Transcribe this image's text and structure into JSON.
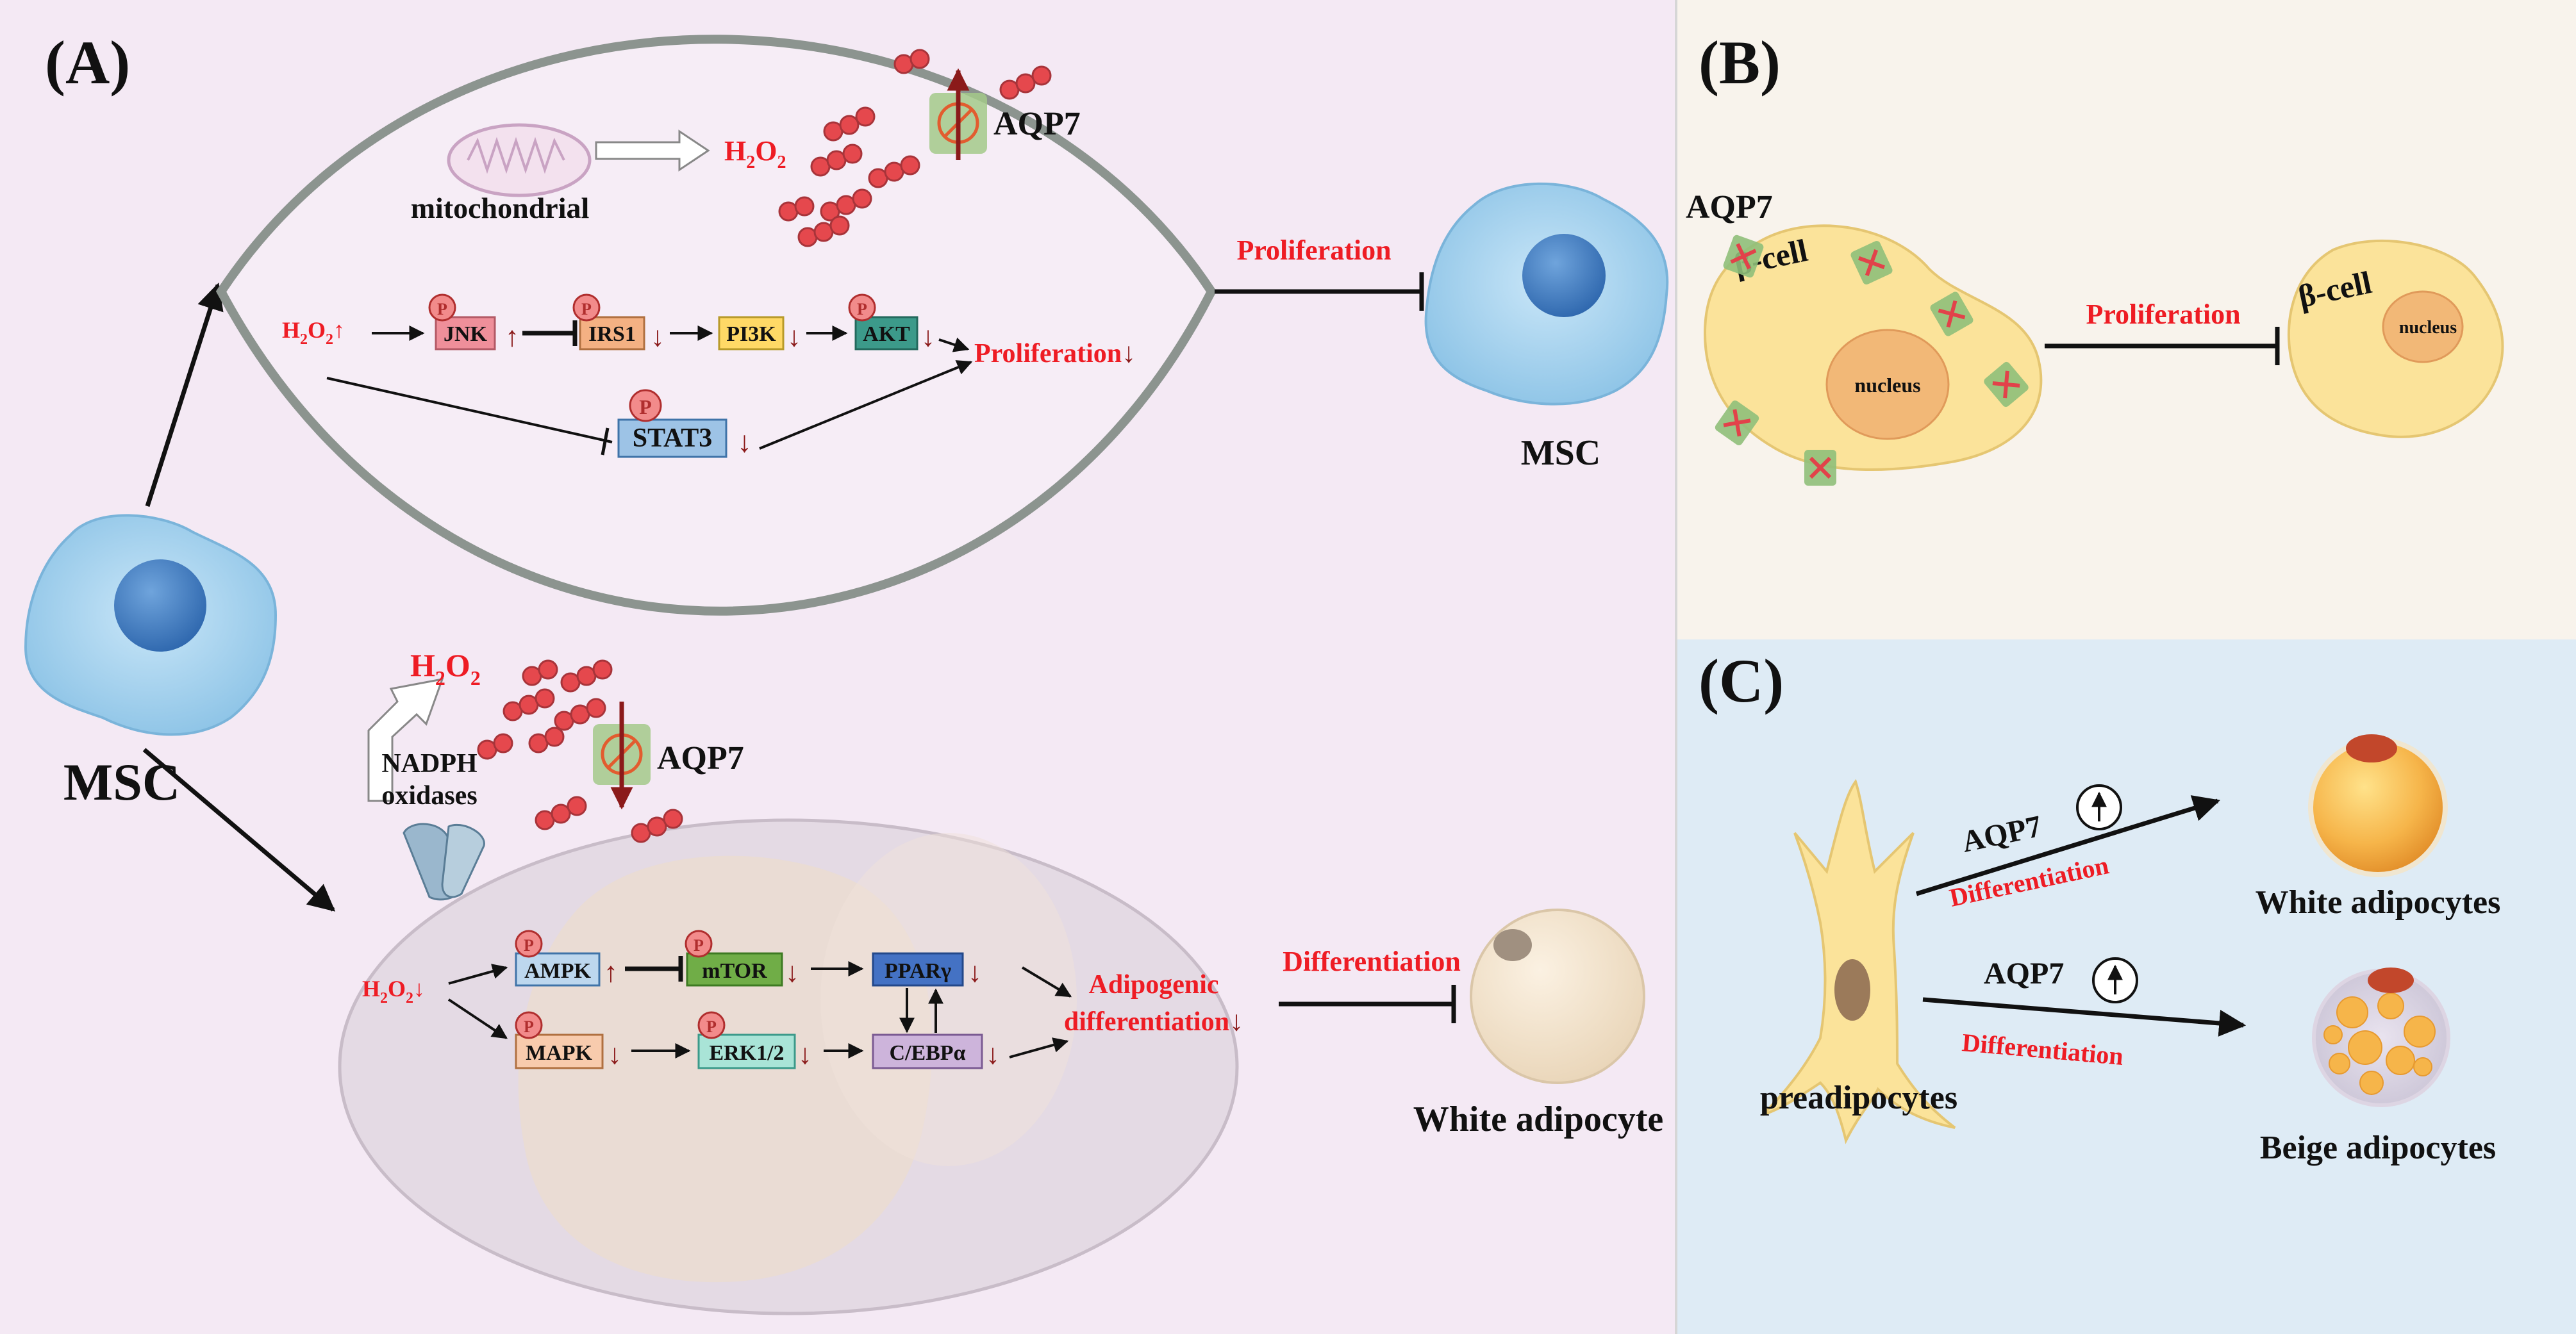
{
  "colors": {
    "panel_a_bg": "#f4e9f4",
    "panel_b_bg": "#f8f3ec",
    "panel_c_bg": "#deebf5",
    "red_text": "#ee1c24",
    "dark_red": "#8b1a1a",
    "cell_blue": "#a8d3ee",
    "nucleus_blue": "#3f7fc4",
    "beta_cell": "#fbe39a",
    "beta_nucleus": "#f2b877",
    "h2o2_bead": "#e5484d",
    "h2o2_bead_dark": "#b8545c",
    "box_jnk": "#ef8f9a",
    "box_irs1": "#f4b183",
    "box_pi3k": "#ffd966",
    "box_akt": "#3c9a8a",
    "box_stat3": "#9dc3e6",
    "box_ampk": "#bdd7ee",
    "box_mtor": "#70ad47",
    "box_ppar": "#4472c4",
    "box_mapk": "#f8cbad",
    "box_erk": "#a9e4d7",
    "box_cebp": "#cdb4db"
  },
  "panel_a": {
    "label": "(A)",
    "msc_label": "MSC",
    "top": {
      "mitochondrial": "mitochondrial",
      "h2o2": "H",
      "aqp7": "AQP7",
      "h2o2_up": "H",
      "jnk": "JNK",
      "irs1": "IRS1",
      "pi3k": "PI3K",
      "akt": "AKT",
      "stat3": "STAT3",
      "proliferation_down": "Proliferation",
      "phospho": "P"
    },
    "proliferation_arrow": "Proliferation",
    "msc_right": "MSC",
    "bottom": {
      "h2o2": "H",
      "nadph_1": "NADPH",
      "nadph_2": "oxidases",
      "aqp7": "AQP7",
      "h2o2_down": "H",
      "ampk": "AMPK",
      "mtor": "mTOR",
      "ppar": "PPARγ",
      "mapk": "MAPK",
      "erk": "ERK1/2",
      "cebp": "C/EBPα",
      "adipogenic_1": "Adipogenic",
      "adipogenic_2": "differentiation",
      "phospho": "P"
    },
    "differentiation_arrow": "Differentiation",
    "white_adipocyte": "White adipocyte"
  },
  "panel_b": {
    "label": "(B)",
    "aqp7": "AQP7",
    "beta_cell": "β-cell",
    "nucleus": "nucleus",
    "proliferation": "Proliferation",
    "beta_cell_right": "β-cell",
    "nucleus_right": "nucleus"
  },
  "panel_c": {
    "label": "(C)",
    "preadipocytes": "preadipocytes",
    "aqp7_top": "AQP7",
    "differentiation_top": "Differentiation",
    "aqp7_bottom": "AQP7",
    "differentiation_bottom": "Differentiation",
    "white_adipocytes": "White adipocytes",
    "beige_adipocytes": "Beige adipocytes"
  }
}
